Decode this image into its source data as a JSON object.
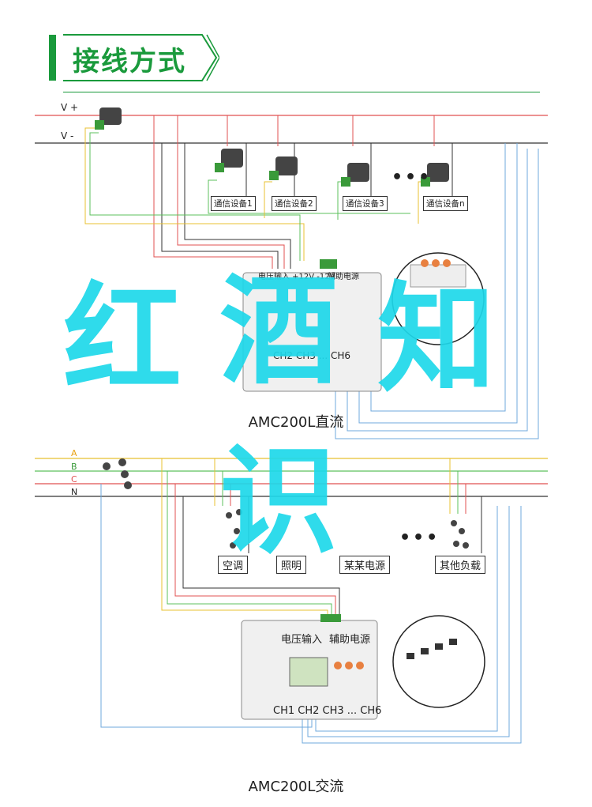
{
  "title": "接线方式",
  "dc": {
    "lines": [
      "V +",
      "V -"
    ],
    "devices": [
      "通信设备1",
      "通信设备2",
      "通信设备3",
      "通信设备n"
    ],
    "meter_top_labels": [
      "电压输入 +12V -12V",
      "辅助电源"
    ],
    "channels": "CH2 CH3 ... CH6",
    "caption": "AMC200L直流",
    "dots": "•••"
  },
  "ac": {
    "lines": [
      "A",
      "B",
      "C",
      "N"
    ],
    "devices": [
      "空调",
      "照明",
      "某某电源",
      "其他负载"
    ],
    "meter_top_labels": [
      "电压输入",
      "辅助电源"
    ],
    "channels": "CH1 CH2 CH3 ... CH6",
    "caption": "AMC200L交流",
    "dots": "•••"
  },
  "watermark": [
    "红",
    "酒",
    "知",
    "识"
  ],
  "colors": {
    "green": "#1a9a3c",
    "red": "#e05050",
    "dark": "#333333",
    "yellow": "#e8c030",
    "lightgreen": "#5cc05c",
    "blue": "#6fa8dc",
    "watermark": "#1ed8ea"
  }
}
